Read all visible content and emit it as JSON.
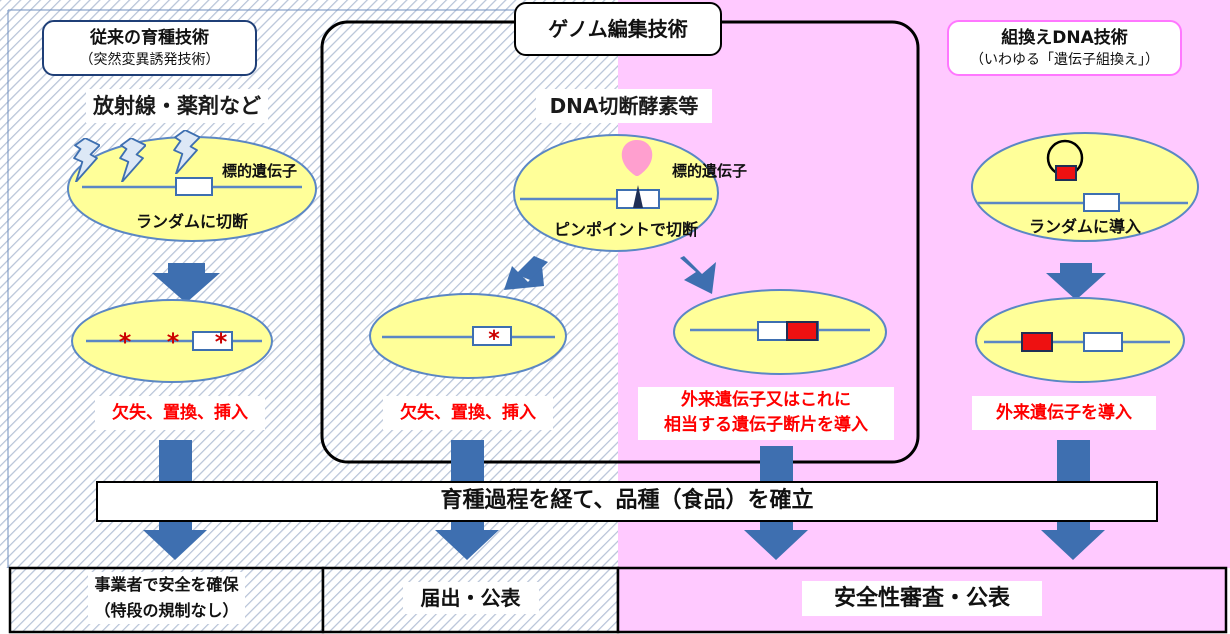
{
  "columns": {
    "conventional": {
      "title": "従来の育種技術",
      "subtitle": "（突然変異誘発技術）",
      "agent": "放射線・薬剤など",
      "target_gene": "標的遺伝子",
      "cut_label": "ランダムに切断",
      "result": "欠失、置換、挿入"
    },
    "genome_editing": {
      "title": "ゲノム編集技術",
      "agent": "DNA切断酵素等",
      "target_gene": "標的遺伝子",
      "cut_label": "ピンポイントで切断",
      "result_left": "欠失、置換、挿入",
      "result_right_line1": "外来遺伝子又はこれに",
      "result_right_line2": "相当する遺伝子断片を導入"
    },
    "recombinant": {
      "title": "組換えDNA技術",
      "subtitle": "（いわゆる「遺伝子組換え」）",
      "cut_label": "ランダムに導入",
      "result": "外来遺伝子を導入"
    }
  },
  "breeding_bar": "育種過程を経て、品種（食品）を確立",
  "outcomes": {
    "conventional_line1": "事業者で安全を確保",
    "conventional_line2": "（特段の規制なし）",
    "notification": "届出・公表",
    "safety_review": "安全性審査・公表"
  },
  "colors": {
    "pink_bg": "#ffc9ff",
    "hatch_line": "#b8c4d8",
    "oval_fill": "#ffff99",
    "arrow_blue": "#3e6fb0",
    "dna_line": "#5b87c4",
    "red_text": "#ff0000",
    "lightning_fill": "#dde8f6",
    "enzyme_pink": "#ff9fcf"
  }
}
